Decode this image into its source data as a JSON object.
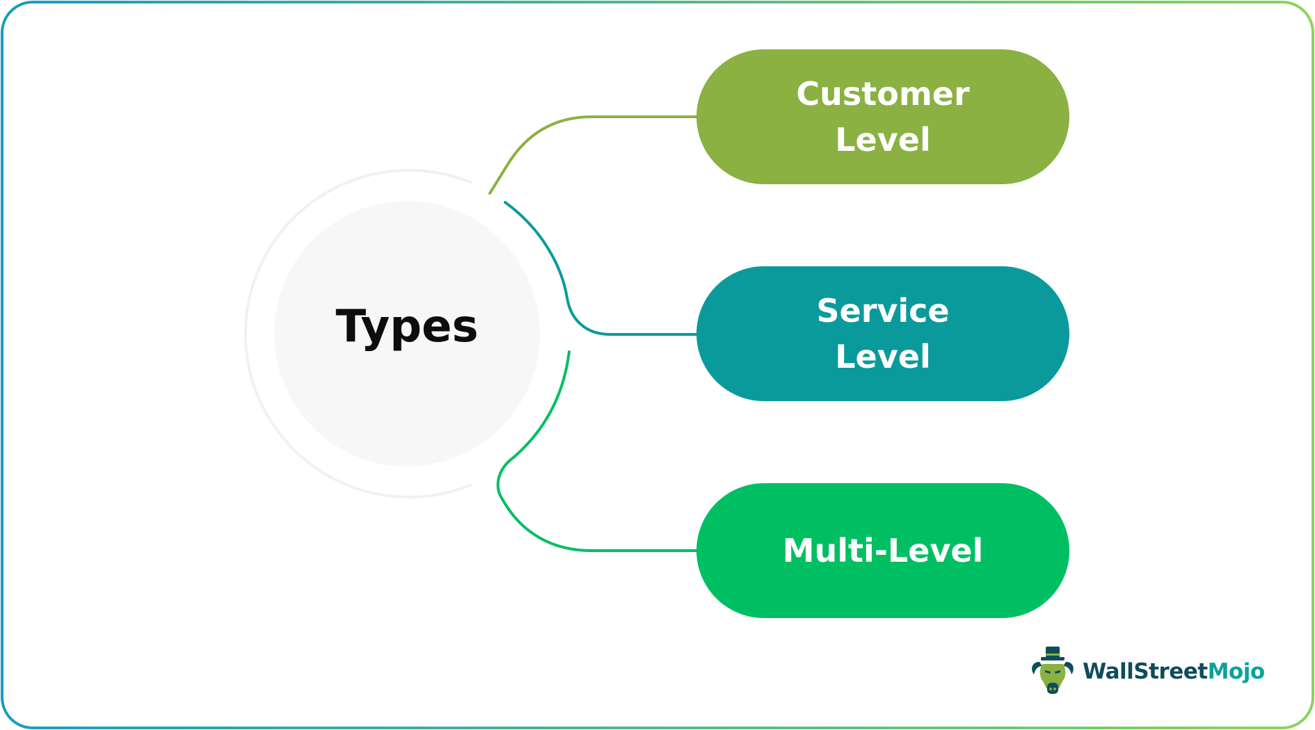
{
  "center": {
    "label": "Types"
  },
  "types": [
    {
      "label": "Customer\nLevel",
      "color": "#8ab142"
    },
    {
      "label": "Service\nLevel",
      "color": "#0b9a9c"
    },
    {
      "label": "Multi-Level",
      "color": "#00bf63"
    }
  ],
  "brand": {
    "name_part1": "WallStreet",
    "name_part2": "Mojo",
    "logo_icon": "bull-with-top-hat-icon"
  },
  "colors": {
    "frame_gradient_start": "#1a9bbd",
    "frame_gradient_end": "#8bd45c",
    "center_fill": "#f7f7f7",
    "center_ring": "#f0f0f0"
  }
}
